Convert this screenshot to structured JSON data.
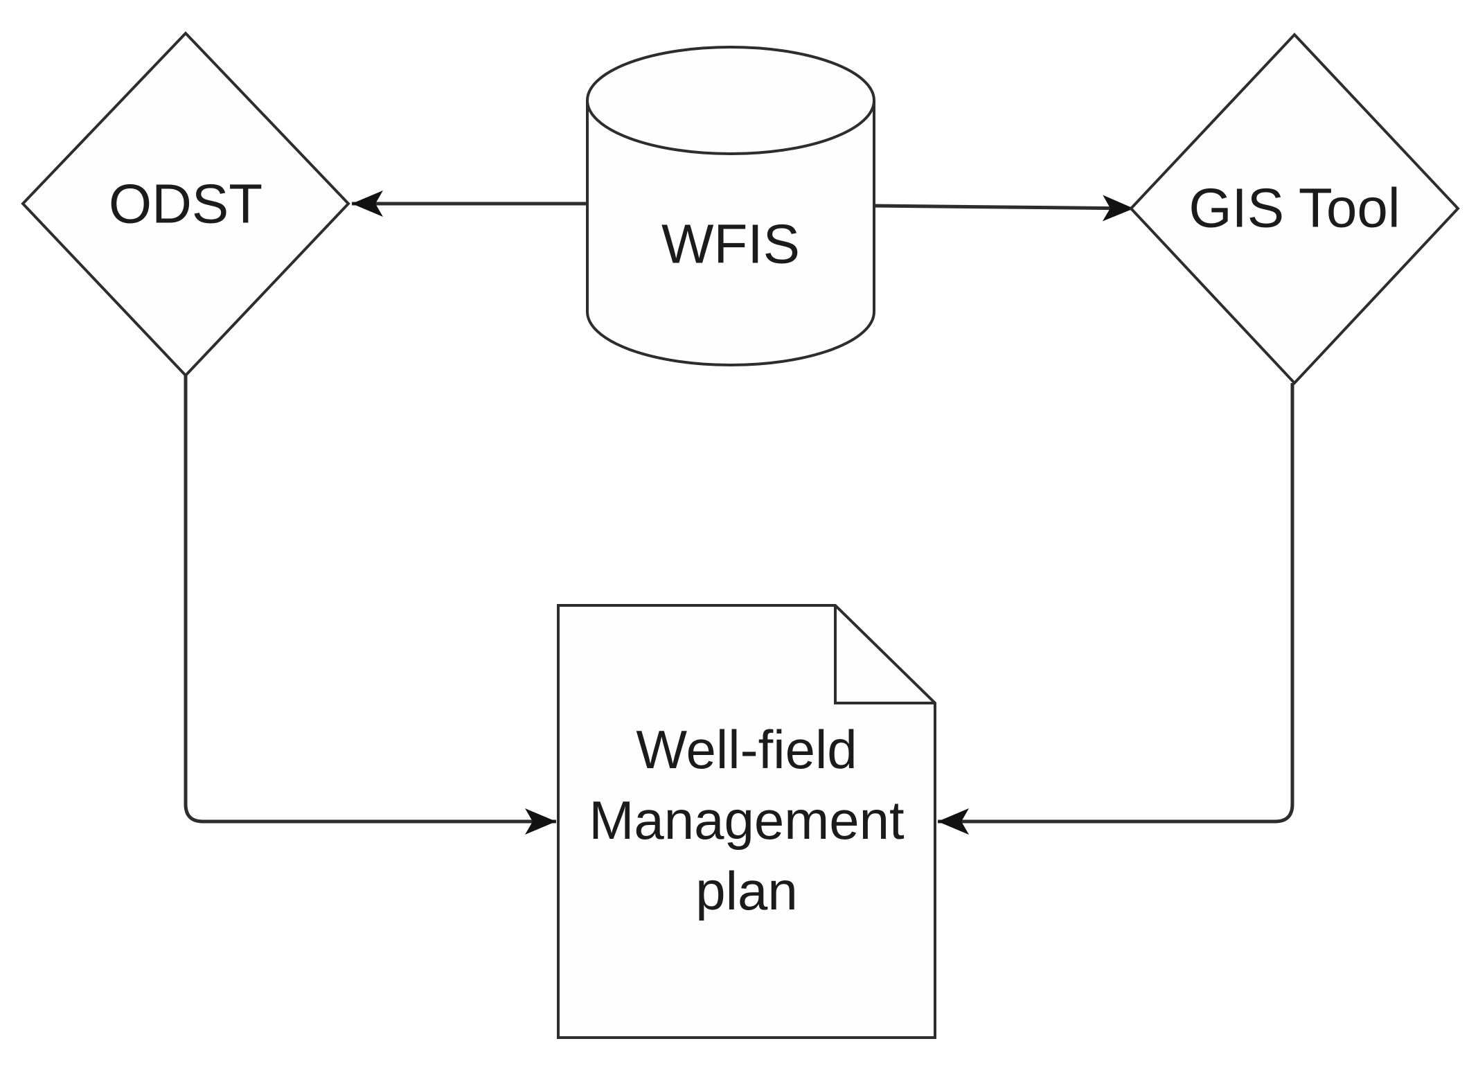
{
  "diagram": {
    "background_color": "#ffffff",
    "stroke_color": "#2d2d2d",
    "text_color": "#1b1b1b",
    "arrow_color": "#121212",
    "nodes": {
      "odst": {
        "label": "ODST",
        "shape": "diamond"
      },
      "wfis": {
        "label": "WFIS",
        "shape": "database-cylinder"
      },
      "gis_tool": {
        "label": "GIS Tool",
        "shape": "diamond"
      },
      "plan_document": {
        "label": "Well-field Management plan",
        "label_lines": [
          "Well-field",
          "Management",
          "plan"
        ],
        "shape": "document"
      }
    },
    "edges": [
      {
        "from": "wfis",
        "to": "odst",
        "arrowhead_at": "odst"
      },
      {
        "from": "wfis",
        "to": "gis_tool",
        "arrowhead_at": "gis_tool"
      },
      {
        "from": "odst",
        "to": "plan_document",
        "arrowhead_at": "plan_document"
      },
      {
        "from": "gis_tool",
        "to": "plan_document",
        "arrowhead_at": "plan_document"
      }
    ]
  }
}
